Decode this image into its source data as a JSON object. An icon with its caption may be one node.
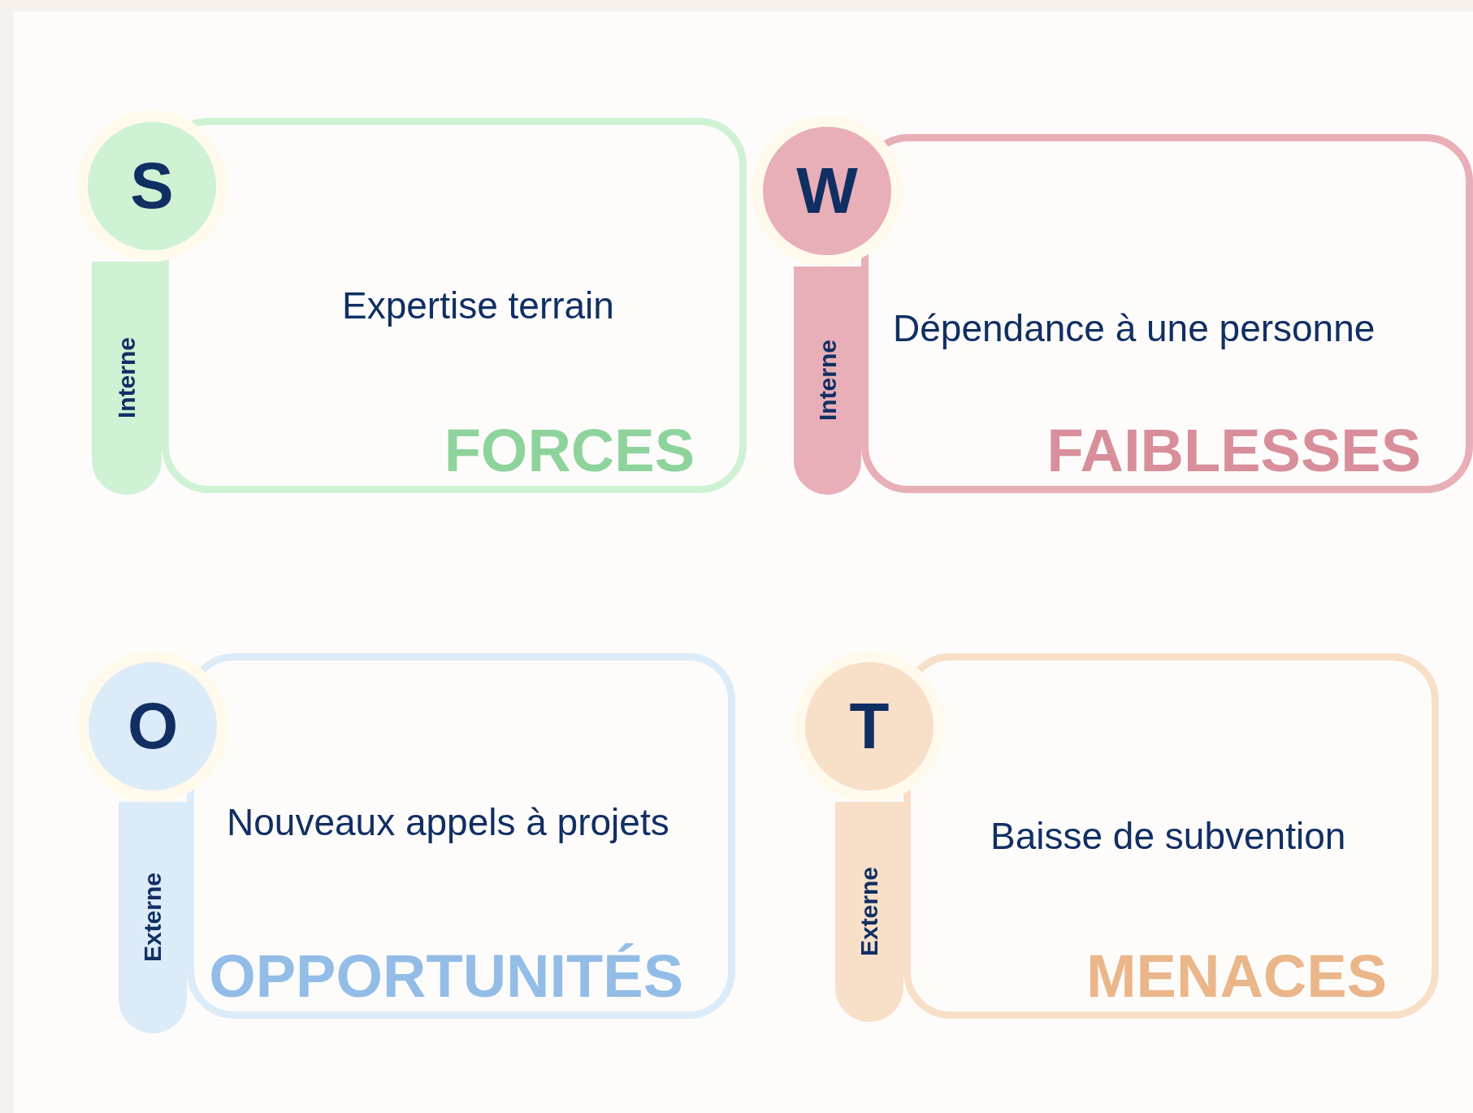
{
  "diagram": {
    "nodes": [
      {
        "text": [
          "Expertise terrain",
          "FORCES"
        ]
      },
      {
        "text": [
          "Interne"
        ]
      },
      {
        "text": [
          "S"
        ]
      },
      {
        "text": [
          "Dépendance à une personne",
          "FAIBLESSES"
        ]
      },
      {
        "text": [
          "Interne"
        ]
      },
      {
        "text": [
          "W"
        ]
      },
      {
        "text": [
          "Nouveaux appels à projets",
          "OPPORTUNITÉS"
        ]
      },
      {
        "text": [
          "Externe"
        ]
      },
      {
        "text": [
          "O"
        ]
      },
      {
        "text": [
          "Baisse de subvention",
          "MENACES"
        ]
      },
      {
        "text": [
          "Externe"
        ]
      },
      {
        "text": [
          "T"
        ]
      }
    ]
  }
}
